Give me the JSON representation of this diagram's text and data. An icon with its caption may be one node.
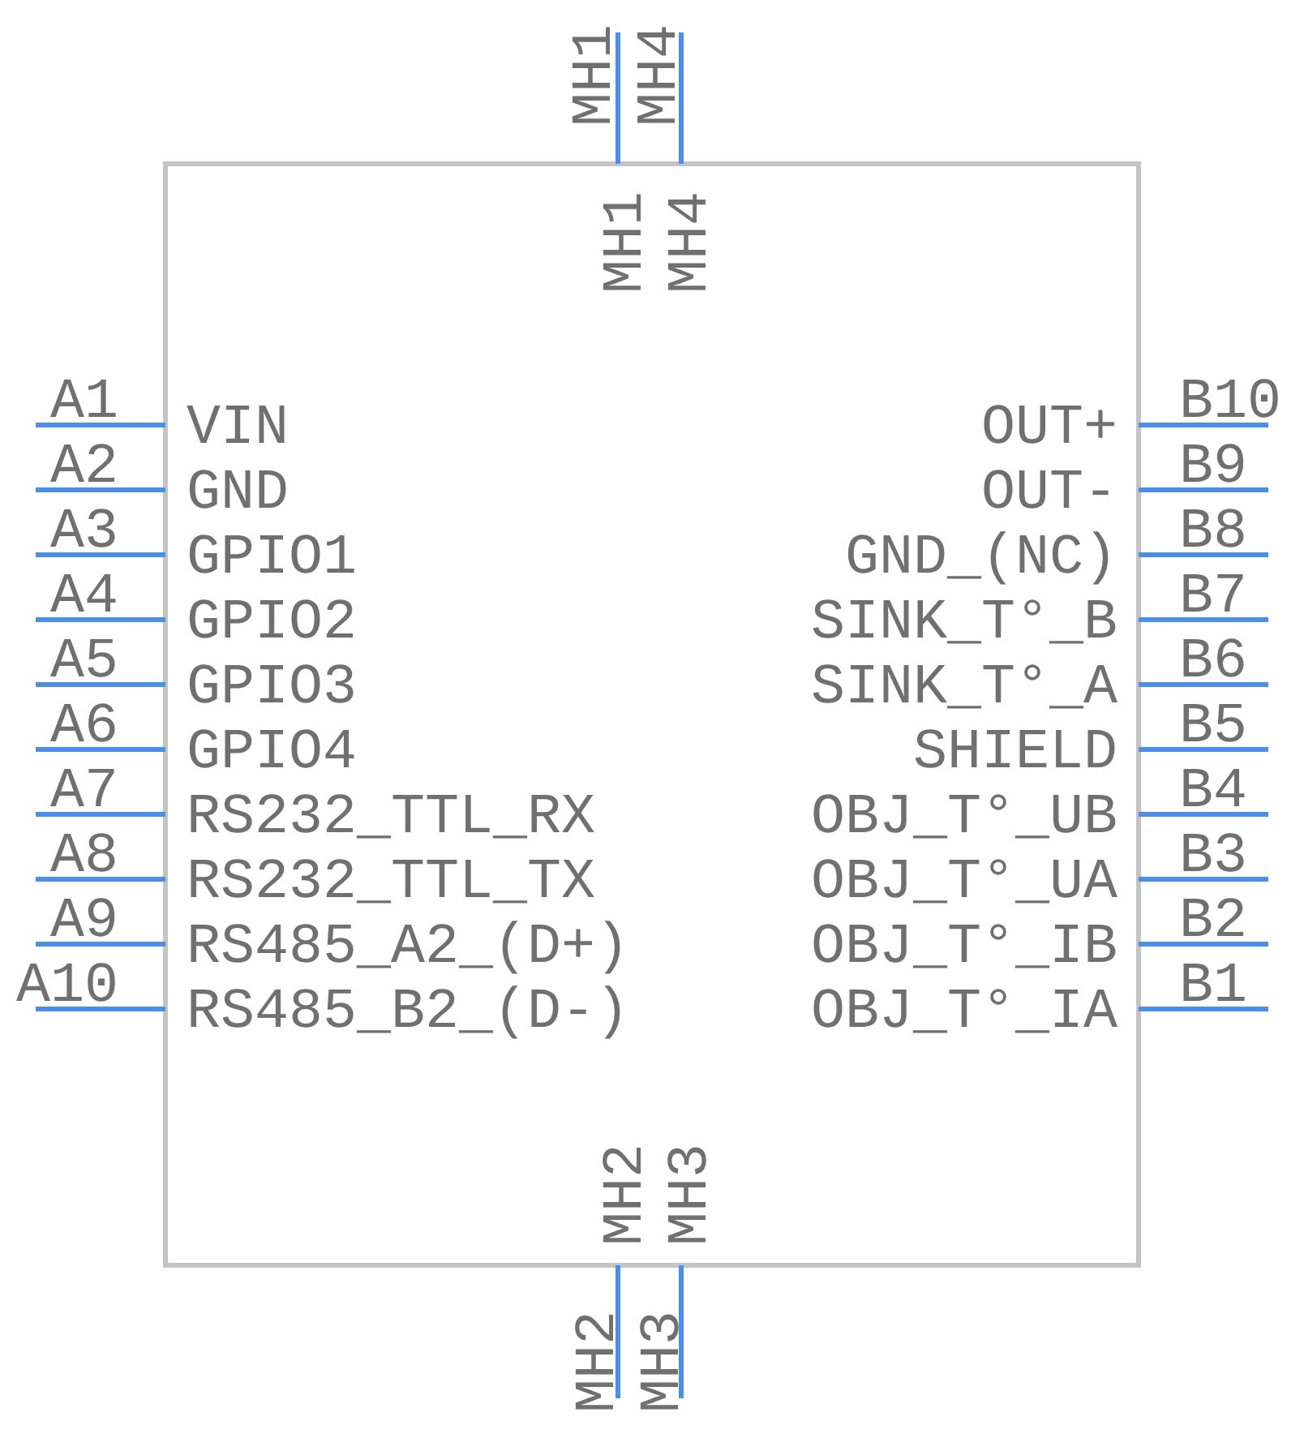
{
  "diagram": {
    "nodes": [
      {
        "text": [],
        "shape": "box"
      }
    ],
    "labels": [
      "MH1",
      "MH4",
      "MH1",
      "MH4",
      "A1",
      "VIN",
      "OUT+",
      "B10",
      "A2",
      "GND",
      "OUT-",
      "B9",
      "A3",
      "GPIO1",
      "GND_(NC)",
      "B8",
      "A4",
      "GPIO2",
      "SINK_T°_B",
      "B7",
      "A5",
      "GPIO3",
      "SINK_T°_A",
      "B6",
      "A6",
      "GPIO4",
      "SHIELD",
      "B5",
      "A7",
      "RS232_TTL_RX",
      "OBJ_T°_UB",
      "B4",
      "A8",
      "RS232_TTL_TX",
      "OBJ_T°_UA",
      "B3",
      "A9",
      "RS485_A2_(D+)",
      "OBJ_T°_IB",
      "B2",
      "A10",
      "RS485_B2_(D-)",
      "OBJ_T°_IA",
      "B1",
      "MH2",
      "MH3",
      "MH2",
      "MH3"
    ]
  }
}
